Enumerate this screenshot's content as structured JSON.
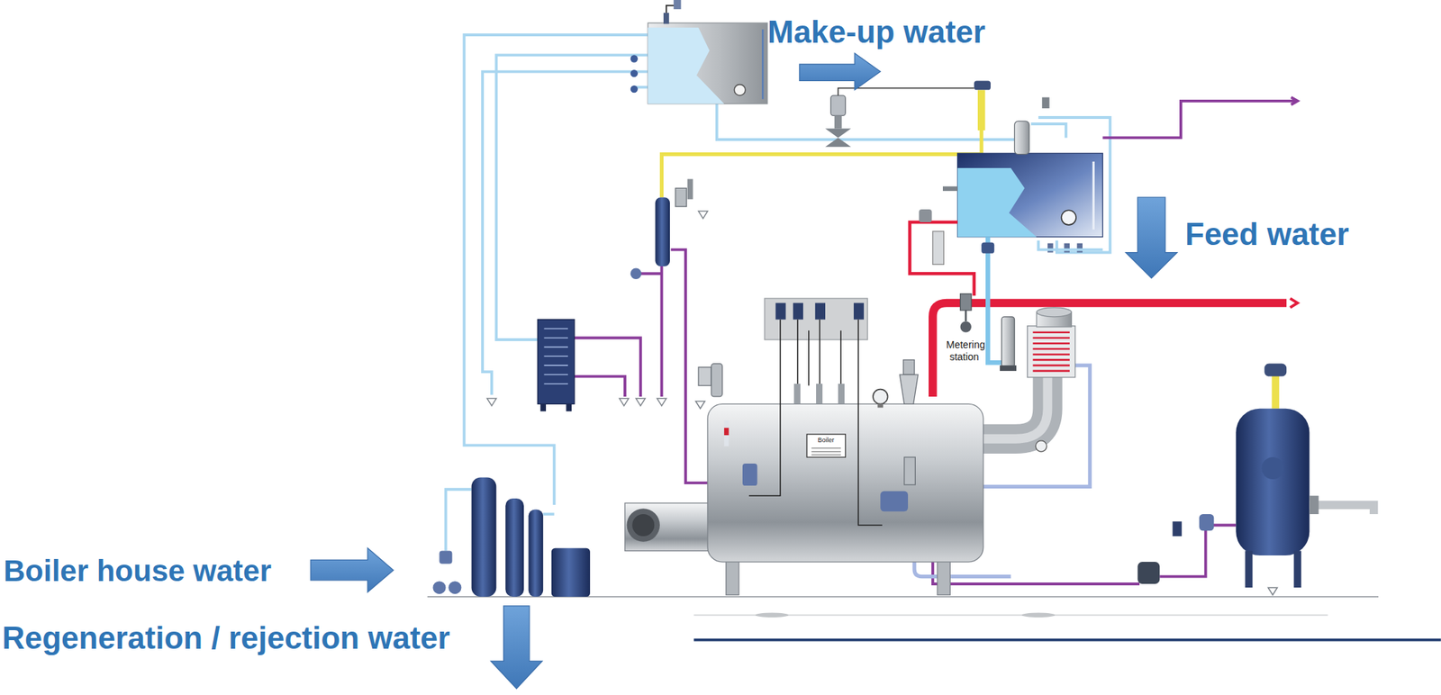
{
  "diagram": {
    "labels": [
      "Make-up water",
      "Feed water",
      "Boiler house water",
      "Regeneration / rejection water",
      "Metering station",
      "Boiler"
    ]
  }
}
